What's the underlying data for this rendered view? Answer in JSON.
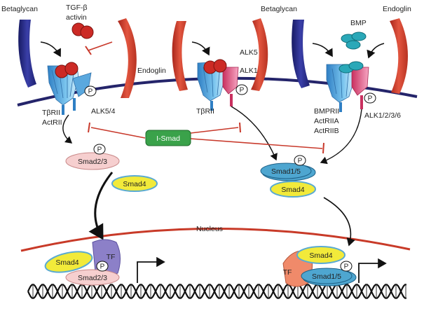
{
  "labels": {
    "betaglycan_left": "Betaglycan",
    "tgfb_line1": "TGF-β",
    "tgfb_line2": "activin",
    "endoglin_left": "Endoglin",
    "alk5": "ALK5",
    "alk1": "ALK1",
    "betaglycan_right": "Betaglycan",
    "bmp": "BMP",
    "endoglin_right": "Endoglin",
    "tbrii_1": "TβRII",
    "actrii": "ActRII",
    "alk54": "ALK5/4",
    "tbrii_2": "TβRII",
    "bmprii": "BMPRII",
    "actriia": "ActRIIA",
    "actriib": "ActRIIB",
    "alk1236": "ALK1/2/3/6",
    "ismad": "I-Smad",
    "smad23": "Smad2/3",
    "smad4": "Smad4",
    "smad15": "Smad1/5",
    "nucleus": "Nucleus",
    "tf": "TF",
    "p": "P"
  },
  "colors": {
    "betaglycan": "#2b2f8c",
    "endoglin": "#d84a35",
    "membrane": "#24246a",
    "nucleus_membrane": "#c83a28",
    "ligand_tgfb": "#cc2a25",
    "ligand_bmp": "#2aa8b8",
    "type2_receptor": "#4a9fd6",
    "type1_receptor": "#e0507a",
    "ismad": "#3aa24a",
    "smad23": "#f6cfcf",
    "smad4": "#f2ea3a",
    "smad15": "#4ea6d0",
    "tf_left": "#8c80c8",
    "tf_right": "#f08a6a",
    "inhibit": "#c8392b",
    "dna": "#111111"
  }
}
